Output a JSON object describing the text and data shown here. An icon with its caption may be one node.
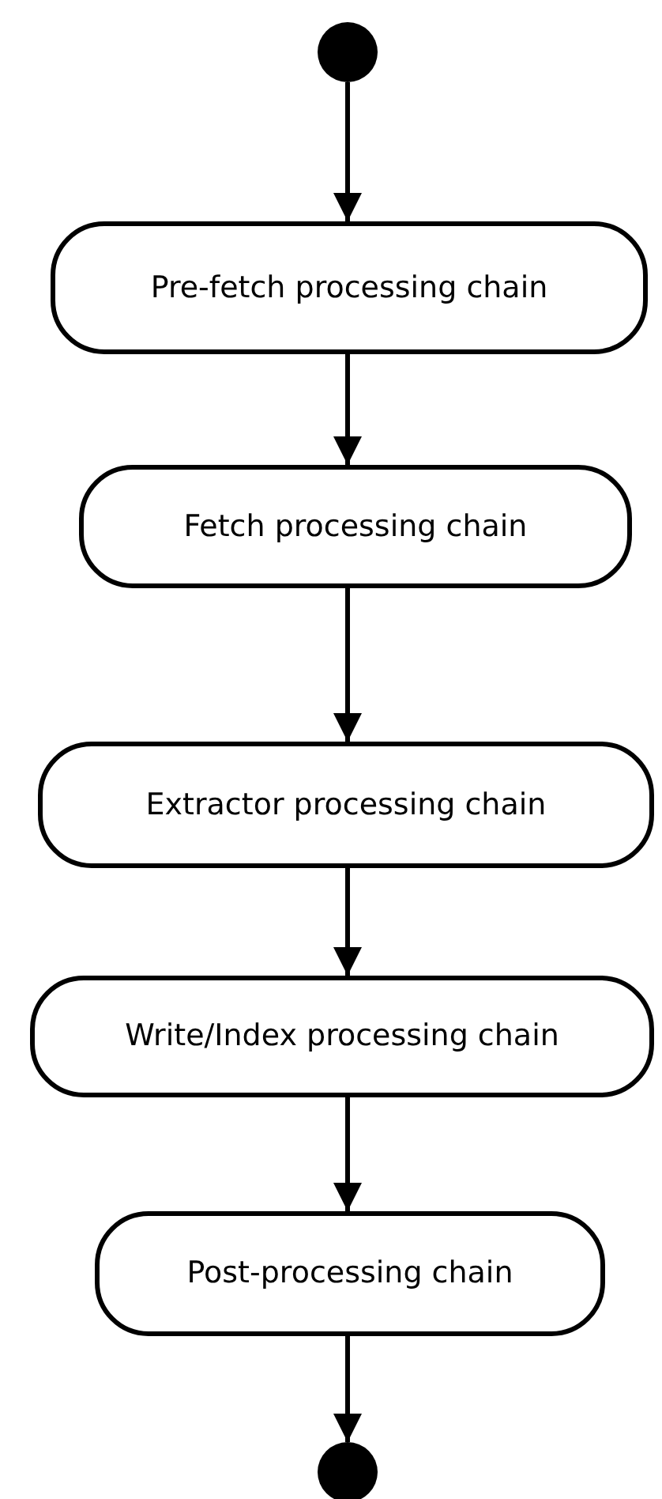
{
  "diagram": {
    "nodes": [
      {
        "text": [],
        "shape": "circle"
      },
      {
        "text": [
          "Pre-fetch processing chain"
        ]
      },
      {
        "text": [
          "Fetch processing chain"
        ]
      },
      {
        "text": [
          "Extractor processing chain"
        ]
      },
      {
        "text": [
          "Write/Index processing chain"
        ]
      },
      {
        "text": [
          "Post-processing chain"
        ]
      },
      {
        "text": [],
        "shape": "circle"
      }
    ],
    "edges": [
      {
        "from": 0,
        "to": 1,
        "arrow": "to"
      },
      {
        "from": 1,
        "to": 2,
        "arrow": "to"
      },
      {
        "from": 2,
        "to": 3,
        "arrow": "to"
      },
      {
        "from": 3,
        "to": 4,
        "arrow": "to"
      },
      {
        "from": 4,
        "to": 5,
        "arrow": "to"
      },
      {
        "from": 5,
        "to": 6,
        "arrow": "to"
      }
    ]
  }
}
